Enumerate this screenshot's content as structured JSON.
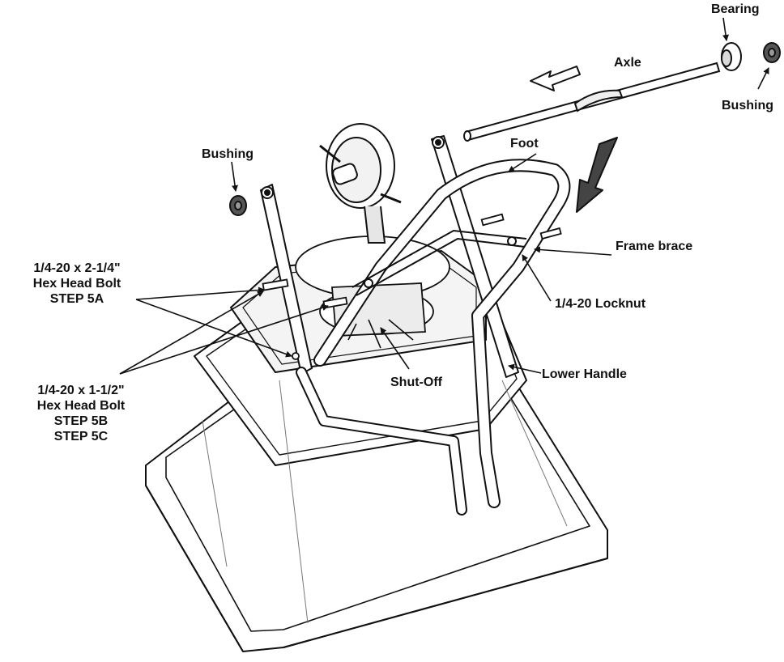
{
  "labels": {
    "bearing": "Bearing",
    "axle": "Axle",
    "bushing_right": "Bushing",
    "bushing_left": "Bushing",
    "foot": "Foot",
    "frame_brace": "Frame brace",
    "locknut": "1/4-20 Locknut",
    "bolt_a_line1": "1/4-20 x 2-1/4\"",
    "bolt_a_line2": "Hex Head Bolt",
    "bolt_a_line3": "STEP 5A",
    "bolt_b_line1": "1/4-20 x 1-1/2\"",
    "bolt_b_line2": "Hex Head Bolt",
    "bolt_b_line3": "STEP 5B",
    "bolt_b_line4": "STEP 5C",
    "shut_off": "Shut-Off",
    "lower_handle": "Lower Handle"
  },
  "colors": {
    "ink": "#111111",
    "part_fill": "#ffffff",
    "shade": "#d9d9d9",
    "dark_part": "#555555"
  }
}
